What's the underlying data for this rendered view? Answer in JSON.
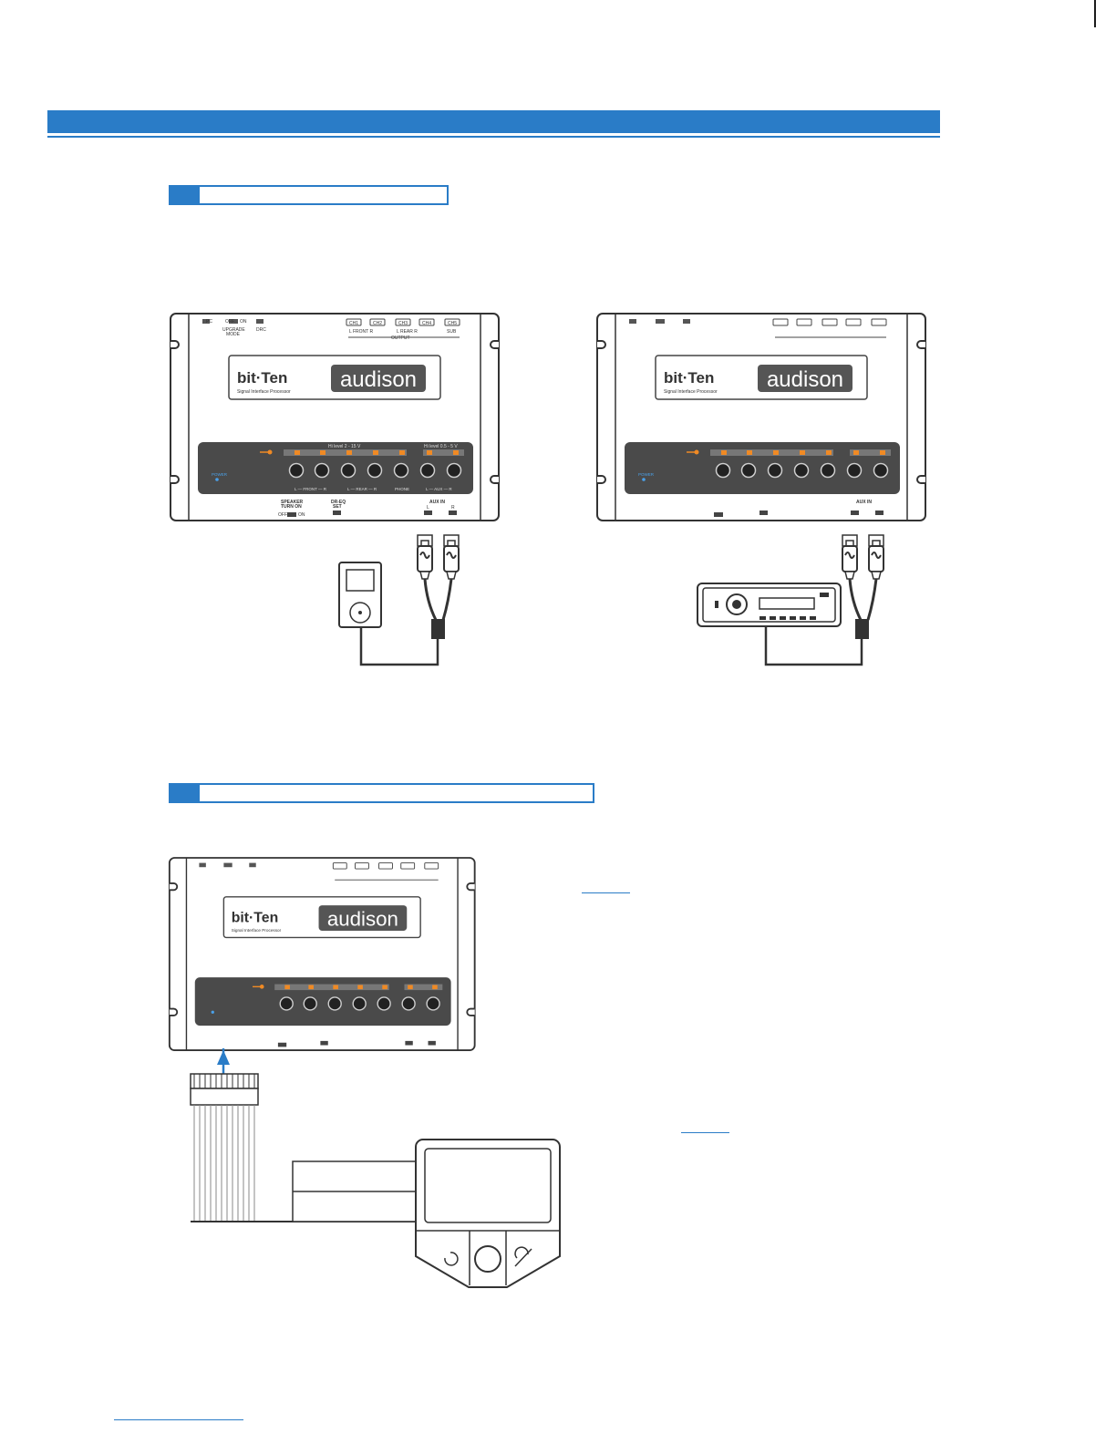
{
  "header": {
    "banner_color": "#2a7cc7"
  },
  "section1": {
    "label": ""
  },
  "section2": {
    "label": ""
  },
  "device": {
    "brand": "bit·Ten",
    "subtitle": "Signal Interface Processor",
    "logo": "audison",
    "top_labels": {
      "pc": "PC",
      "off": "OFF",
      "on": "ON",
      "upgrade": "UPGRADE",
      "mode": "MODE",
      "drc": "DRC"
    },
    "outputs": [
      "CH1",
      "CH2",
      "CH3",
      "CH4",
      "CH5"
    ],
    "output_groups": {
      "front": "L  FRONT  R",
      "rear": "L  REAR  R",
      "sub": "SUB",
      "output": "OUTPUT"
    },
    "panel": {
      "power": "POWER",
      "hi_level": "Hi level  2 - 15 V",
      "lo_level": "Hi level  0.5 - 5 V",
      "group_labels": [
        "L — FRONT — R",
        "L — REAR — R",
        "PHONE",
        "L — AUX — R"
      ]
    },
    "bottom_labels": {
      "speaker": "SPEAKER",
      "turn_on": "TURN ON",
      "off": "OFF",
      "on": "ON",
      "drc_eq": "DR-EQ",
      "set": "SET",
      "aux_in": "AUX IN",
      "l": "L",
      "r": "R"
    }
  },
  "sources": {
    "left": "portable-player-icon",
    "right": "car-radio-icon"
  },
  "accent": "#2a7cc7",
  "knob_accent": "#f08a24"
}
